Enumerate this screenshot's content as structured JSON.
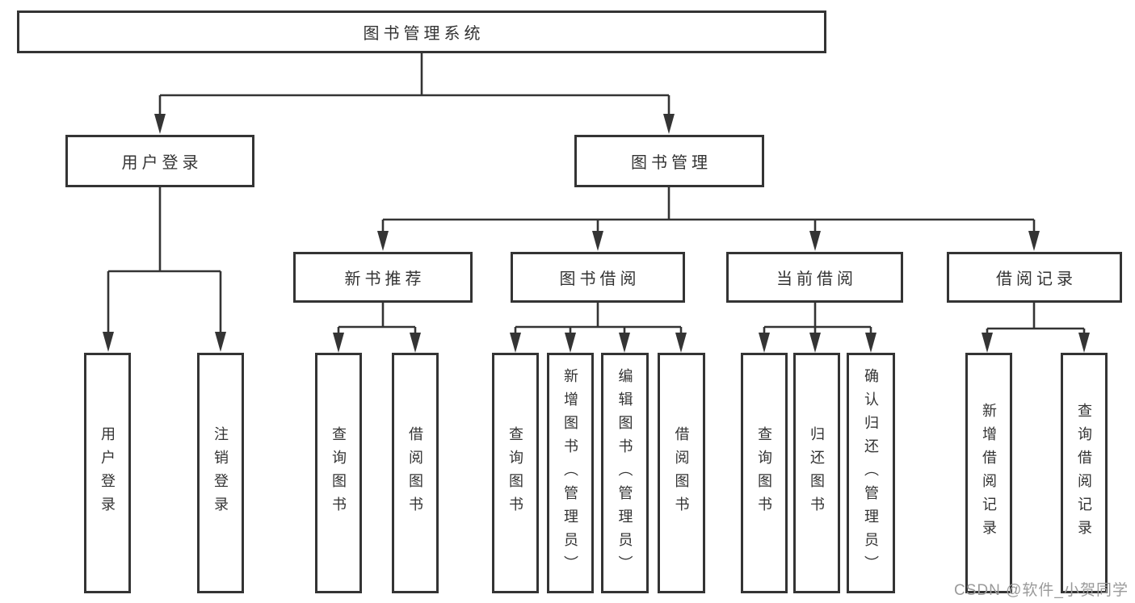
{
  "tree": {
    "root": {
      "label": "图书管理系统"
    },
    "branches": [
      {
        "label": "用户登录",
        "children": [
          {
            "label": "用户登录"
          },
          {
            "label": "注销登录"
          }
        ]
      },
      {
        "label": "图书管理",
        "children": [
          {
            "label": "新书推荐",
            "children": [
              {
                "label": "查询图书"
              },
              {
                "label": "借阅图书"
              }
            ]
          },
          {
            "label": "图书借阅",
            "children": [
              {
                "label": "查询图书"
              },
              {
                "label": "新增图书（管理员）"
              },
              {
                "label": "编辑图书（管理员）"
              },
              {
                "label": "借阅图书"
              }
            ]
          },
          {
            "label": "当前借阅",
            "children": [
              {
                "label": "查询图书"
              },
              {
                "label": "归还图书"
              },
              {
                "label": "确认归还（管理员）"
              }
            ]
          },
          {
            "label": "借阅记录",
            "children": [
              {
                "label": "新增借阅记录"
              },
              {
                "label": "查询借阅记录"
              }
            ]
          }
        ]
      }
    ]
  },
  "watermark": {
    "text": "CSDN @软件_小贺同学"
  },
  "colors": {
    "line": "#343434",
    "text": "#333333",
    "watermark": "#9a9a9a",
    "background": "#ffffff"
  }
}
